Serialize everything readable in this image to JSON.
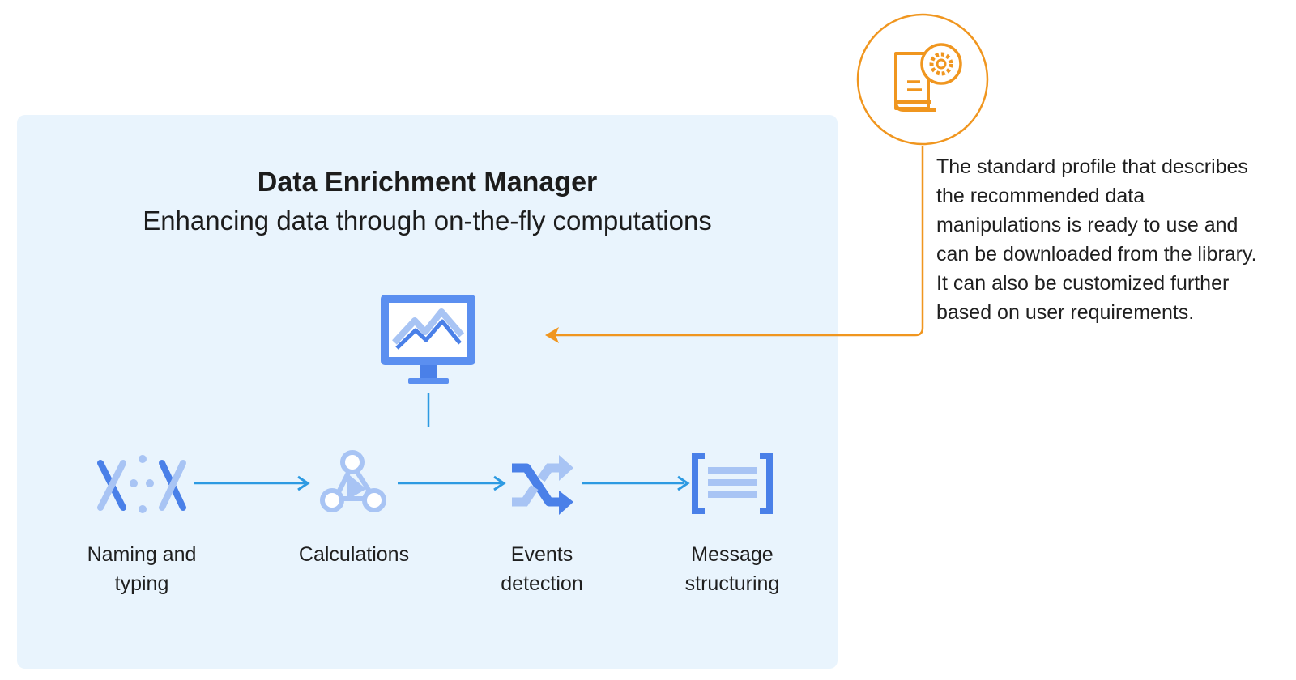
{
  "manager": {
    "title": "Data Enrichment Manager",
    "subtitle": "Enhancing data through on-the-fly computations"
  },
  "steps": [
    {
      "label_line1": "Naming and",
      "label_line2": "typing",
      "icon": "naming-typing-icon"
    },
    {
      "label_line1": "Calculations",
      "label_line2": "",
      "icon": "calculations-icon"
    },
    {
      "label_line1": "Events",
      "label_line2": "detection",
      "icon": "shuffle-icon"
    },
    {
      "label_line1": "Message",
      "label_line2": "structuring",
      "icon": "brackets-icon"
    }
  ],
  "callout": {
    "icon": "book-gear-icon",
    "text_lines": [
      "The standard profile that describes",
      "the recommended data",
      "manipulations is ready to use and",
      "can be downloaded from the library.",
      "It can also be customized further",
      "based on user requirements."
    ]
  },
  "colors": {
    "panel_bg": "#e9f4fd",
    "blue_dark": "#4a80e8",
    "blue_light": "#a8c4f4",
    "arrow_blue": "#2d9ae2",
    "orange": "#f0961f"
  }
}
